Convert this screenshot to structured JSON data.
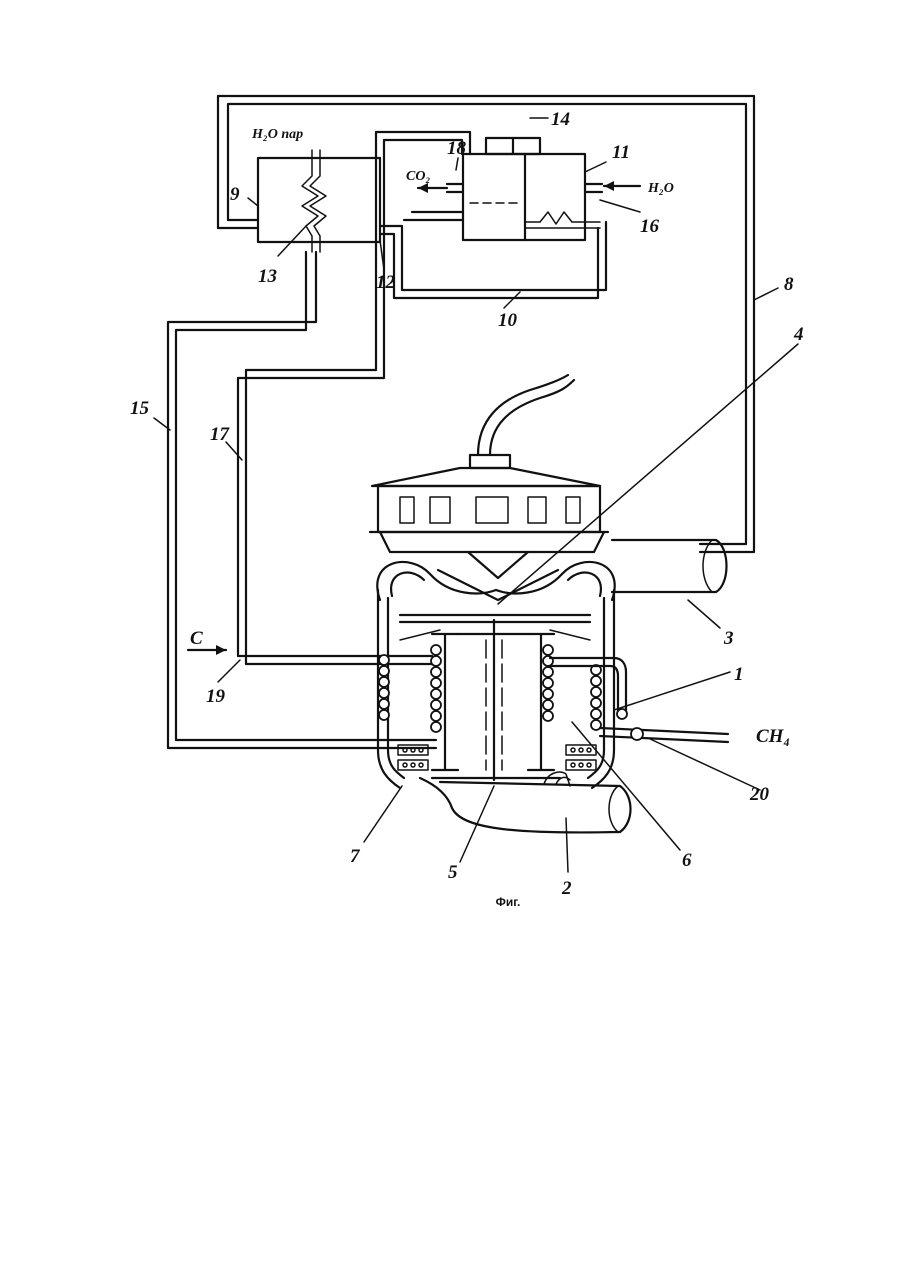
{
  "labels": {
    "n1": "1",
    "n2": "2",
    "n3": "3",
    "n4": "4",
    "n5": "5",
    "n6": "6",
    "n7": "7",
    "n8": "8",
    "n9": "9",
    "n10": "10",
    "n11": "11",
    "n12": "12",
    "n13": "13",
    "n14": "14",
    "n15": "15",
    "n16": "16",
    "n17": "17",
    "n18": "18",
    "n19": "19",
    "n20": "20",
    "h2o_steam": "H₂O пар",
    "co2": "CO₂",
    "h2o": "H₂O",
    "carbon": "C",
    "methane": "CH₄"
  },
  "caption": "Фиг."
}
